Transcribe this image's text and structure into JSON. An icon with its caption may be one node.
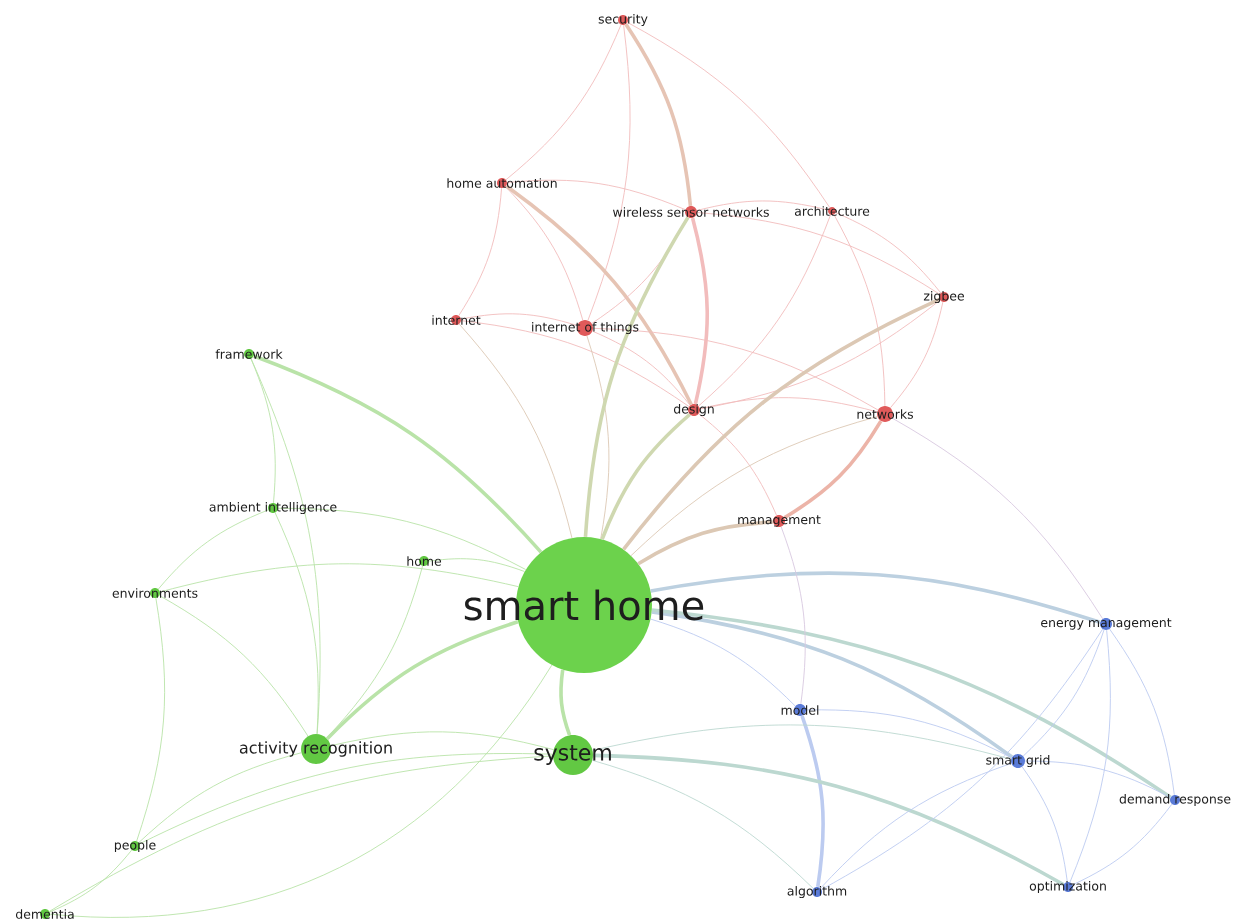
{
  "diagram": {
    "nodes": [
      {
        "text": [
          "security"
        ]
      },
      {
        "text": [
          "home automation"
        ]
      },
      {
        "text": [
          "wireless sensor networks"
        ]
      },
      {
        "text": [
          "architecture"
        ]
      },
      {
        "text": [
          "internet"
        ]
      },
      {
        "text": [
          "internet of things"
        ]
      },
      {
        "text": [
          "zigbee"
        ]
      },
      {
        "text": [
          "framework"
        ]
      },
      {
        "text": [
          "design"
        ]
      },
      {
        "text": [
          "networks"
        ]
      },
      {
        "text": [
          "ambient intelligence"
        ]
      },
      {
        "text": [
          "management"
        ]
      },
      {
        "text": [
          "home"
        ]
      },
      {
        "text": [
          "environments"
        ]
      },
      {
        "text": [
          "smart home"
        ]
      },
      {
        "text": [
          "energy management"
        ]
      },
      {
        "text": [
          "model"
        ]
      },
      {
        "text": [
          "activity recognition"
        ]
      },
      {
        "text": [
          "system"
        ]
      },
      {
        "text": [
          "smart grid"
        ]
      },
      {
        "text": [
          "demand response"
        ]
      },
      {
        "text": [
          "people"
        ]
      },
      {
        "text": [
          "algorithm"
        ]
      },
      {
        "text": [
          "optimization"
        ]
      },
      {
        "text": [
          "dementia"
        ]
      }
    ],
    "edges": [
      {
        "from": 0,
        "to": 1,
        "arrow": "none",
        "color": "#f2bcbc"
      },
      {
        "from": 0,
        "to": 2,
        "arrow": "none",
        "color": "#e6c4b4",
        "style": "thick"
      },
      {
        "from": 0,
        "to": 5,
        "arrow": "none",
        "color": "#f2bcbc"
      },
      {
        "from": 0,
        "to": 3,
        "arrow": "none",
        "color": "#f2bcbc"
      },
      {
        "from": 1,
        "to": 5,
        "arrow": "none",
        "color": "#f2bcbc"
      },
      {
        "from": 1,
        "to": 4,
        "arrow": "none",
        "color": "#f2bcbc"
      },
      {
        "from": 1,
        "to": 8,
        "arrow": "none",
        "color": "#e6c4b4",
        "style": "thick"
      },
      {
        "from": 1,
        "to": 2,
        "arrow": "none",
        "color": "#f2bcbc"
      },
      {
        "from": 2,
        "to": 5,
        "arrow": "none",
        "color": "#f2bcbc"
      },
      {
        "from": 2,
        "to": 8,
        "arrow": "none",
        "color": "#f2bcbc",
        "style": "thick"
      },
      {
        "from": 2,
        "to": 3,
        "arrow": "none",
        "color": "#f2bcbc"
      },
      {
        "from": 2,
        "to": 6,
        "arrow": "none",
        "color": "#f2bcbc"
      },
      {
        "from": 3,
        "to": 6,
        "arrow": "none",
        "color": "#f2bcbc"
      },
      {
        "from": 3,
        "to": 9,
        "arrow": "none",
        "color": "#f2bcbc"
      },
      {
        "from": 3,
        "to": 8,
        "arrow": "none",
        "color": "#f2bcbc"
      },
      {
        "from": 4,
        "to": 5,
        "arrow": "none",
        "color": "#f2bcbc"
      },
      {
        "from": 4,
        "to": 8,
        "arrow": "none",
        "color": "#f2bcbc"
      },
      {
        "from": 5,
        "to": 8,
        "arrow": "none",
        "color": "#f2bcbc"
      },
      {
        "from": 5,
        "to": 9,
        "arrow": "none",
        "color": "#f2bcbc"
      },
      {
        "from": 6,
        "to": 9,
        "arrow": "none",
        "color": "#f2bcbc"
      },
      {
        "from": 6,
        "to": 8,
        "arrow": "none",
        "color": "#f2bcbc"
      },
      {
        "from": 8,
        "to": 9,
        "arrow": "none",
        "color": "#f2bcbc"
      },
      {
        "from": 9,
        "to": 11,
        "arrow": "none",
        "color": "#ecb4a8",
        "style": "thick"
      },
      {
        "from": 8,
        "to": 11,
        "arrow": "none",
        "color": "#f2bcbc"
      },
      {
        "from": 4,
        "to": 14,
        "arrow": "none",
        "color": "#dcc8b4"
      },
      {
        "from": 5,
        "to": 14,
        "arrow": "none",
        "color": "#dcc8b4"
      },
      {
        "from": 14,
        "to": 8,
        "arrow": "none",
        "color": "#cfd8b0",
        "style": "thick"
      },
      {
        "from": 14,
        "to": 2,
        "arrow": "none",
        "color": "#cfd8b0",
        "style": "thick"
      },
      {
        "from": 14,
        "to": 6,
        "arrow": "none",
        "color": "#dcc8b4",
        "style": "thick"
      },
      {
        "from": 14,
        "to": 11,
        "arrow": "none",
        "color": "#dcc8b4",
        "style": "thick"
      },
      {
        "from": 14,
        "to": 9,
        "arrow": "none",
        "color": "#dcc8b4"
      },
      {
        "from": 7,
        "to": 14,
        "arrow": "none",
        "style": "thick"
      },
      {
        "from": 7,
        "to": 17,
        "arrow": "none"
      },
      {
        "from": 7,
        "to": 10,
        "arrow": "none"
      },
      {
        "from": 10,
        "to": 14,
        "arrow": "none"
      },
      {
        "from": 10,
        "to": 17,
        "arrow": "none"
      },
      {
        "from": 13,
        "to": 14,
        "arrow": "none"
      },
      {
        "from": 13,
        "to": 17,
        "arrow": "none"
      },
      {
        "from": 13,
        "to": 10,
        "arrow": "none"
      },
      {
        "from": 12,
        "to": 14,
        "arrow": "none"
      },
      {
        "from": 12,
        "to": 17,
        "arrow": "none"
      },
      {
        "from": 17,
        "to": 14,
        "arrow": "none",
        "style": "thick"
      },
      {
        "from": 18,
        "to": 14,
        "arrow": "none",
        "style": "thick"
      },
      {
        "from": 17,
        "to": 18,
        "arrow": "none"
      },
      {
        "from": 21,
        "to": 17,
        "arrow": "none"
      },
      {
        "from": 21,
        "to": 24,
        "arrow": "none"
      },
      {
        "from": 24,
        "to": 14,
        "arrow": "none"
      },
      {
        "from": 24,
        "to": 18,
        "arrow": "none"
      },
      {
        "from": 21,
        "to": 18,
        "arrow": "none"
      },
      {
        "from": 13,
        "to": 21,
        "arrow": "none"
      },
      {
        "from": 14,
        "to": 15,
        "arrow": "none",
        "color": "#bcd0e0",
        "style": "thick"
      },
      {
        "from": 14,
        "to": 19,
        "arrow": "none",
        "color": "#bcd0e0",
        "style": "thick"
      },
      {
        "from": 14,
        "to": 16,
        "arrow": "none",
        "color": "#bccbf0"
      },
      {
        "from": 14,
        "to": 20,
        "arrow": "none",
        "color": "#bcd8d0",
        "style": "thick"
      },
      {
        "from": 16,
        "to": 22,
        "arrow": "none",
        "color": "#bccbf0",
        "style": "thick"
      },
      {
        "from": 18,
        "to": 23,
        "arrow": "none",
        "color": "#bcd8d0",
        "style": "thick"
      },
      {
        "from": 15,
        "to": 19,
        "arrow": "none",
        "color": "#bccbf0"
      },
      {
        "from": 15,
        "to": 20,
        "arrow": "none",
        "color": "#bccbf0"
      },
      {
        "from": 15,
        "to": 23,
        "arrow": "none",
        "color": "#bccbf0"
      },
      {
        "from": 15,
        "to": 22,
        "arrow": "none",
        "color": "#bccbf0"
      },
      {
        "from": 19,
        "to": 20,
        "arrow": "none",
        "color": "#bccbf0"
      },
      {
        "from": 19,
        "to": 23,
        "arrow": "none",
        "color": "#bccbf0"
      },
      {
        "from": 20,
        "to": 23,
        "arrow": "none",
        "color": "#bccbf0"
      },
      {
        "from": 16,
        "to": 19,
        "arrow": "none",
        "color": "#bccbf0"
      },
      {
        "from": 22,
        "to": 19,
        "arrow": "none",
        "color": "#bccbf0"
      },
      {
        "from": 9,
        "to": 15,
        "arrow": "none",
        "color": "#d8c8e0"
      },
      {
        "from": 11,
        "to": 16,
        "arrow": "none",
        "color": "#d8c8e0"
      },
      {
        "from": 18,
        "to": 19,
        "arrow": "none",
        "color": "#bcd8d0"
      },
      {
        "from": 18,
        "to": 22,
        "arrow": "none",
        "color": "#bcd8d0"
      }
    ]
  }
}
